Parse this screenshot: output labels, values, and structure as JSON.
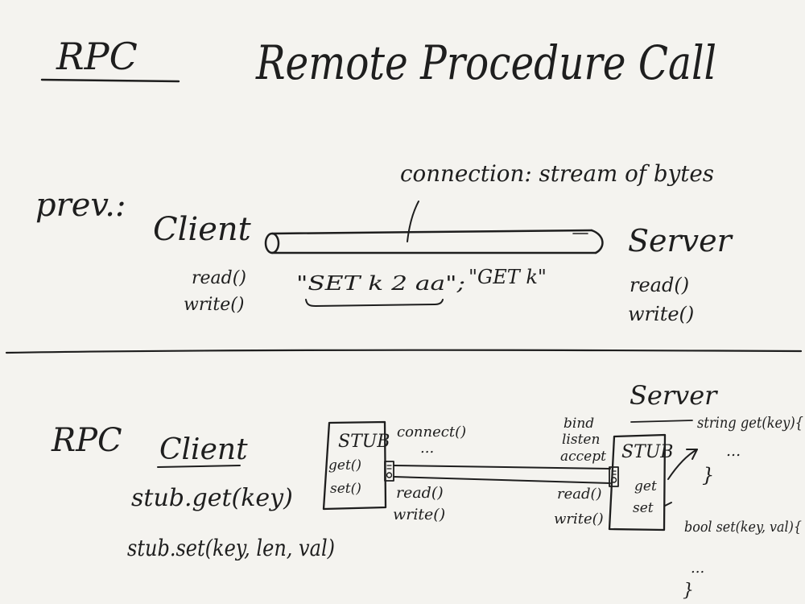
{
  "header": {
    "abbrev": "RPC",
    "title": "Remote Procedure Call"
  },
  "prev_section": {
    "label": "prev.:",
    "client": {
      "name": "Client",
      "calls": [
        "read()",
        "write()"
      ]
    },
    "connection_note": "connection: stream of bytes",
    "messages": [
      "\"SET k 2 aa\";",
      "\"GET k\""
    ],
    "server": {
      "name": "Server",
      "calls": [
        "read()",
        "write()"
      ]
    }
  },
  "rpc_section": {
    "label": "RPC",
    "client": {
      "name": "Client",
      "calls": [
        "stub.get(key)",
        "stub.set(key, len, val)"
      ]
    },
    "client_stub": {
      "title": "STUB",
      "methods": [
        "get()",
        "set()"
      ],
      "socket_ops": [
        "connect()",
        "...",
        "read()",
        "write()"
      ]
    },
    "server": {
      "name": "Server",
      "setup_ops": [
        "bind",
        "listen",
        "accept"
      ],
      "io_ops": [
        "read()",
        "write()"
      ]
    },
    "server_stub": {
      "title": "STUB",
      "methods": [
        "get",
        "set"
      ]
    },
    "handlers": [
      {
        "signature": "string get(key){",
        "body": "...",
        "close": "}"
      },
      {
        "signature": "bool set(key, val){",
        "body": "...",
        "close": "}"
      }
    ]
  }
}
